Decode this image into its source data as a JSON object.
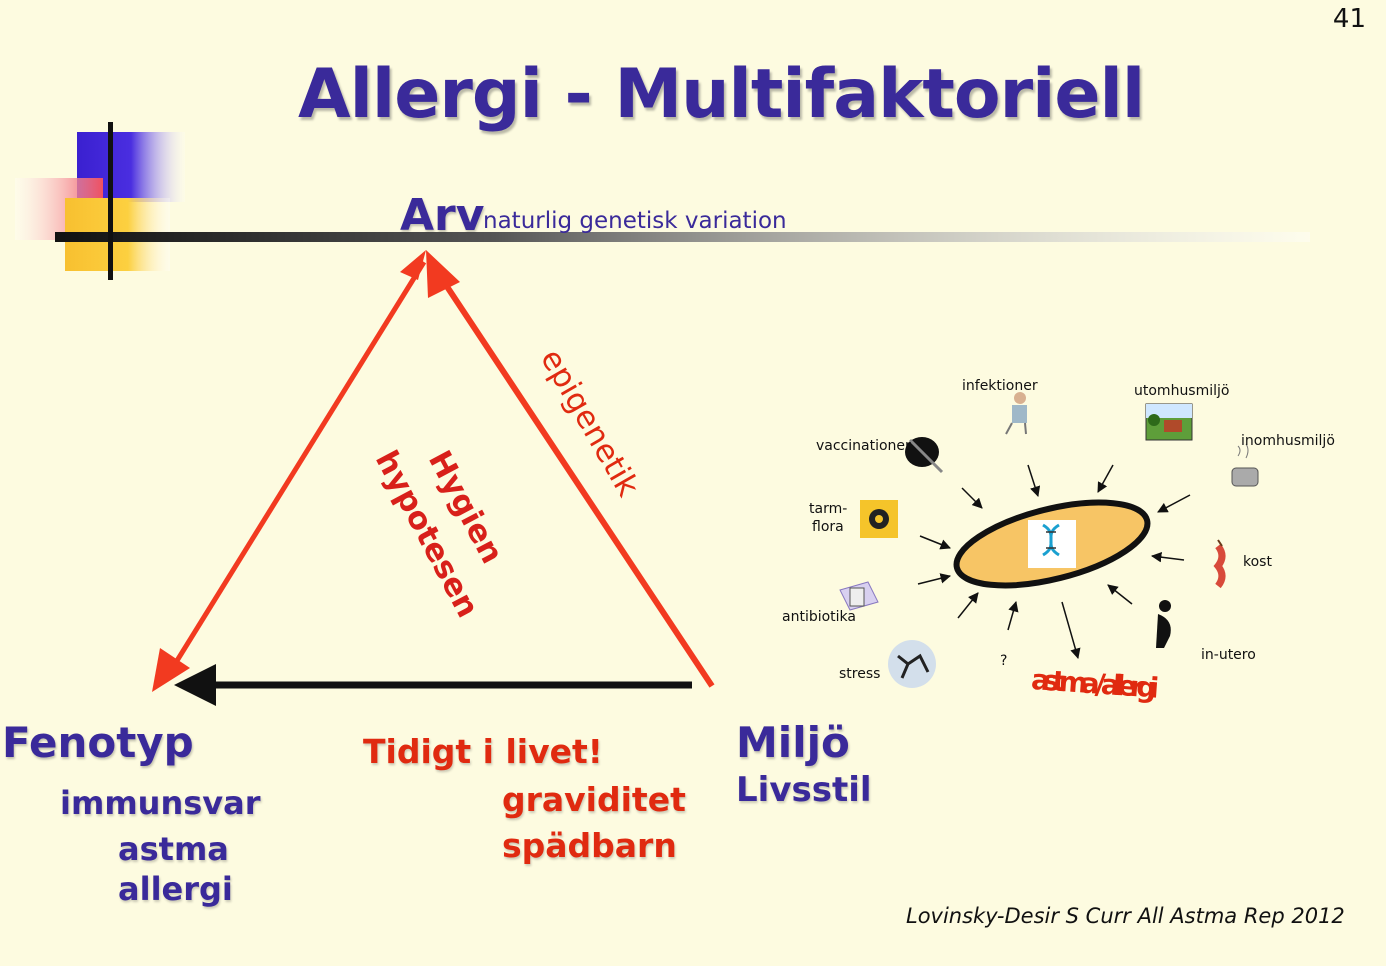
{
  "slide": {
    "page_number": "41",
    "title": "Allergi - Multifaktoriell",
    "citation": "Lovinsky-Desir S Curr All Astma Rep 2012"
  },
  "colors": {
    "title": "#3a2a9a",
    "accent_red": "#e02a10",
    "background": "#fdfbe0",
    "ellipse_fill": "#f7c565"
  },
  "triangle": {
    "top": {
      "label": "Arv",
      "sublabel": "naturlig genetisk variation"
    },
    "left": {
      "label": "Fenotyp",
      "items": [
        "immunsvar",
        "astma",
        "allergi"
      ]
    },
    "right": {
      "label": "Miljö",
      "sublabel": "Livsstil"
    },
    "side_label": "epigenetik",
    "center_label_1": "Hygien",
    "center_label_2": "hypotesen",
    "bottom_label": "Tidigt i livet!",
    "bottom_items": [
      "graviditet",
      "spädbarn"
    ]
  },
  "factors": {
    "infektioner": "infektioner",
    "utomhusmiljo": "utomhusmiljö",
    "vaccinationer": "vaccinationer",
    "inomhusmiljo": "inomhusmiljö",
    "tarmflora_1": "tarm-",
    "tarmflora_2": "flora",
    "kost": "kost",
    "antibiotika": "antibiotika",
    "in_utero": "in-utero",
    "stress": "stress",
    "question": "?",
    "outcome": "astma / allergi"
  },
  "icons": [
    "person-icon",
    "landscape-icon",
    "syringe-icon",
    "kettle-icon",
    "gut-bacteria-icon",
    "apple-core-icon",
    "pill-bottle-icon",
    "pregnant-woman-icon",
    "stress-icon",
    "dna-icon"
  ]
}
